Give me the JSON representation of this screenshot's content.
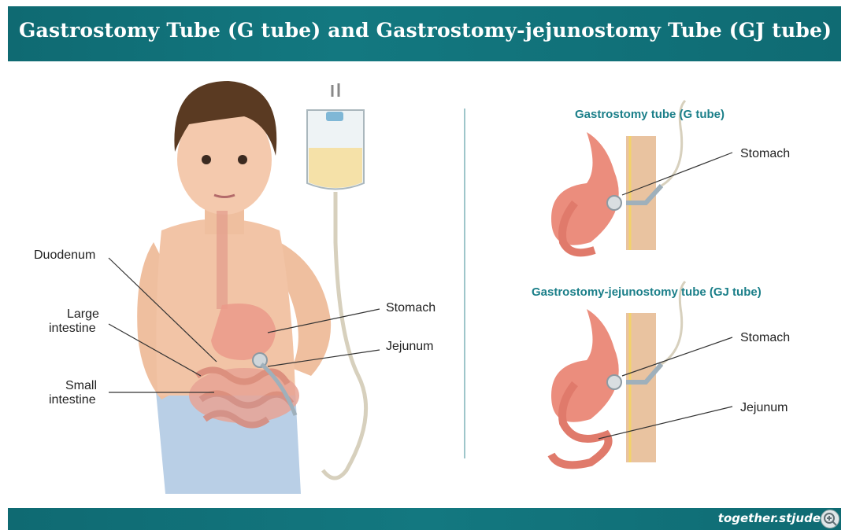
{
  "header": {
    "title": "Gastrostomy Tube (G tube) and Gastrostomy-jejunostomy Tube (GJ tube)"
  },
  "left_panel": {
    "labels": {
      "duodenum": "Duodenum",
      "large_intestine_1": "Large",
      "large_intestine_2": "intestine",
      "small_intestine_1": "Small",
      "small_intestine_2": "intestine",
      "stomach": "Stomach",
      "jejunum": "Jejunum"
    }
  },
  "right_panel": {
    "g_tube": {
      "title": "Gastrostomy tube (G tube)",
      "stomach": "Stomach"
    },
    "gj_tube": {
      "title": "Gastrostomy-jejunostomy tube (GJ tube)",
      "stomach": "Stomach",
      "jejunum": "Jejunum"
    }
  },
  "footer": {
    "brand": "together.stjude",
    "zoom_icon": "zoom-in-icon"
  },
  "colors": {
    "header": "#137880",
    "accent_text": "#1b7f89",
    "skin": "#f2c4a6",
    "hair": "#5a3a22",
    "pants": "#b9cfe6",
    "organ": "#e7877a"
  }
}
